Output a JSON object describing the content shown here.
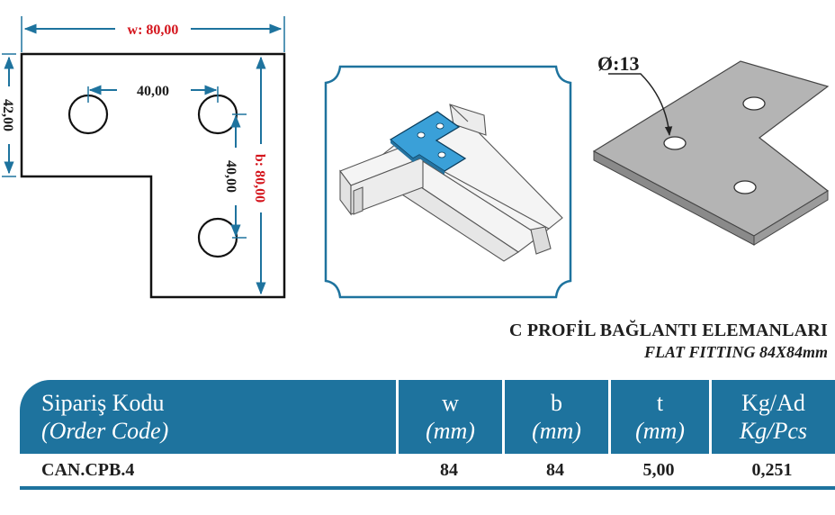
{
  "drawing": {
    "width_label": "w: 80,00",
    "height_label": "b: 80,00",
    "left_dim": "42,00",
    "hole_spacing_h": "40,00",
    "hole_spacing_v": "40,00",
    "hole_diameter": "Ø:13"
  },
  "title": {
    "turkish": "C PROFİL BAĞLANTI ELEMANLARI",
    "english": "FLAT FITTING  84X84mm"
  },
  "colors": {
    "accent": "#1e739e",
    "dimension_text_red": "#d4141c",
    "product_blue": "#3aa0d8"
  },
  "table": {
    "headers": {
      "code": "Sipariş Kodu",
      "code_sub": "(Order Code)",
      "w": "w",
      "w_unit": "(mm)",
      "b": "b",
      "b_unit": "(mm)",
      "t": "t",
      "t_unit": "(mm)",
      "weight": "Kg/Ad",
      "weight_sub": "Kg/Pcs"
    },
    "rows": [
      {
        "code": "CAN.CPB.4",
        "w": "84",
        "b": "84",
        "t": "5,00",
        "weight": "0,251"
      }
    ]
  }
}
